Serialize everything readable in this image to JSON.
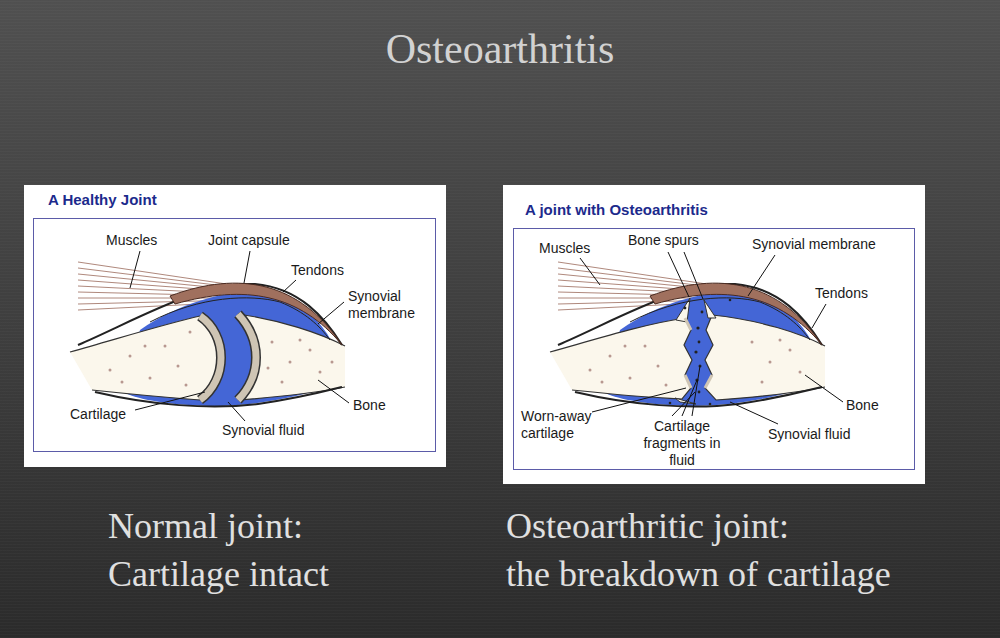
{
  "diagram": {
    "title": "Osteoarthritis",
    "nodes": [
      {
        "text": [
          "A Healthy Joint"
        ]
      },
      {
        "text": [
          "A joint with Osteoarthritis"
        ]
      }
    ],
    "labels": [
      "Muscles",
      "Joint capsule",
      "Tendons",
      "Synovial membrane",
      "Cartilage",
      "Synovial fluid",
      "Bone",
      "Muscles",
      "Bone spurs",
      "Synovial membrane",
      "Tendons",
      "Worn-away cartilage",
      "Cartilage fragments in fluid",
      "Synovial fluid",
      "Bone",
      "Normal joint:",
      "Cartilage intact",
      "Osteoarthritic joint:",
      "the breakdown of cartilage"
    ]
  }
}
